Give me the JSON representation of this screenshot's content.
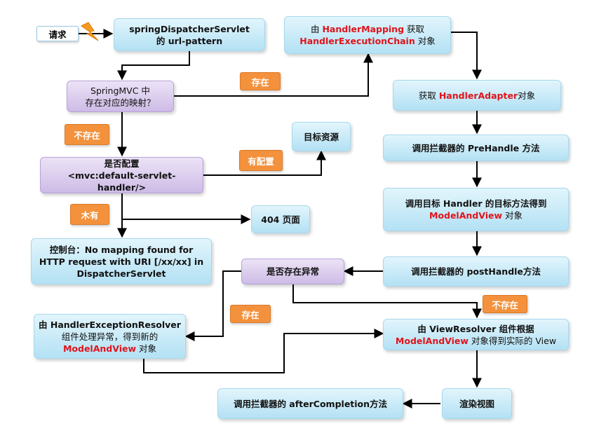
{
  "start": {
    "label": "请求"
  },
  "dispatcher": {
    "line1": "springDispatcherServlet",
    "line2": "的 url-pattern"
  },
  "mapping_check": {
    "line1": "SpringMVC 中",
    "line2": "存在对应的映射？"
  },
  "handler_mapping": {
    "pre": "由 ",
    "red1": "HandlerMapping",
    "post": " 获取",
    "red2": "HandlerExecutionChain",
    "post2": " 对象"
  },
  "handler_adapter": {
    "pre": "获取 ",
    "red": "HandlerAdapter",
    "post": "对象"
  },
  "prehandle": {
    "text": "调用拦截器的 PreHandle 方法"
  },
  "target_handler": {
    "line1": "调用目标 Handler 的目标方法得到",
    "red": "ModelAndView",
    "post": " 对象"
  },
  "posthandle": {
    "text": "调用拦截器的 postHandle方法"
  },
  "default_servlet": {
    "line1": "是否配置",
    "line2": "<mvc:default-servlet-handler/>"
  },
  "target_resource": {
    "label": "目标资源"
  },
  "page_404": {
    "label": "404 页面"
  },
  "console": {
    "line1": "控制台：No mapping found for",
    "line2": "HTTP request with URI [/xx/xx] in",
    "line3": "DispatcherServlet"
  },
  "exception_check": {
    "label": "是否存在异常"
  },
  "exception_resolver": {
    "line1": "由 HandlerExceptionResolver",
    "line2": "组件处理异常，得到新的",
    "red": "ModelAndView",
    "post": " 对象"
  },
  "view_resolver": {
    "line1": "由 ViewResolver 组件根据",
    "red": "ModelAndView",
    "post": " 对象得到实际的 View"
  },
  "render": {
    "label": "渲染视图"
  },
  "after_completion": {
    "text": "调用拦截器的 afterCompletion方法"
  },
  "tags": {
    "exists_1": "存在",
    "not_exists_1": "不存在",
    "configured": "有配置",
    "not_configured": "木有",
    "exists_2": "存在",
    "not_exists_2": "不存在"
  },
  "colors": {
    "box_blue": "#bde6f6",
    "box_purple": "#d8c9ee",
    "tag_orange": "#f3913c",
    "highlight_red": "#e0141b"
  }
}
